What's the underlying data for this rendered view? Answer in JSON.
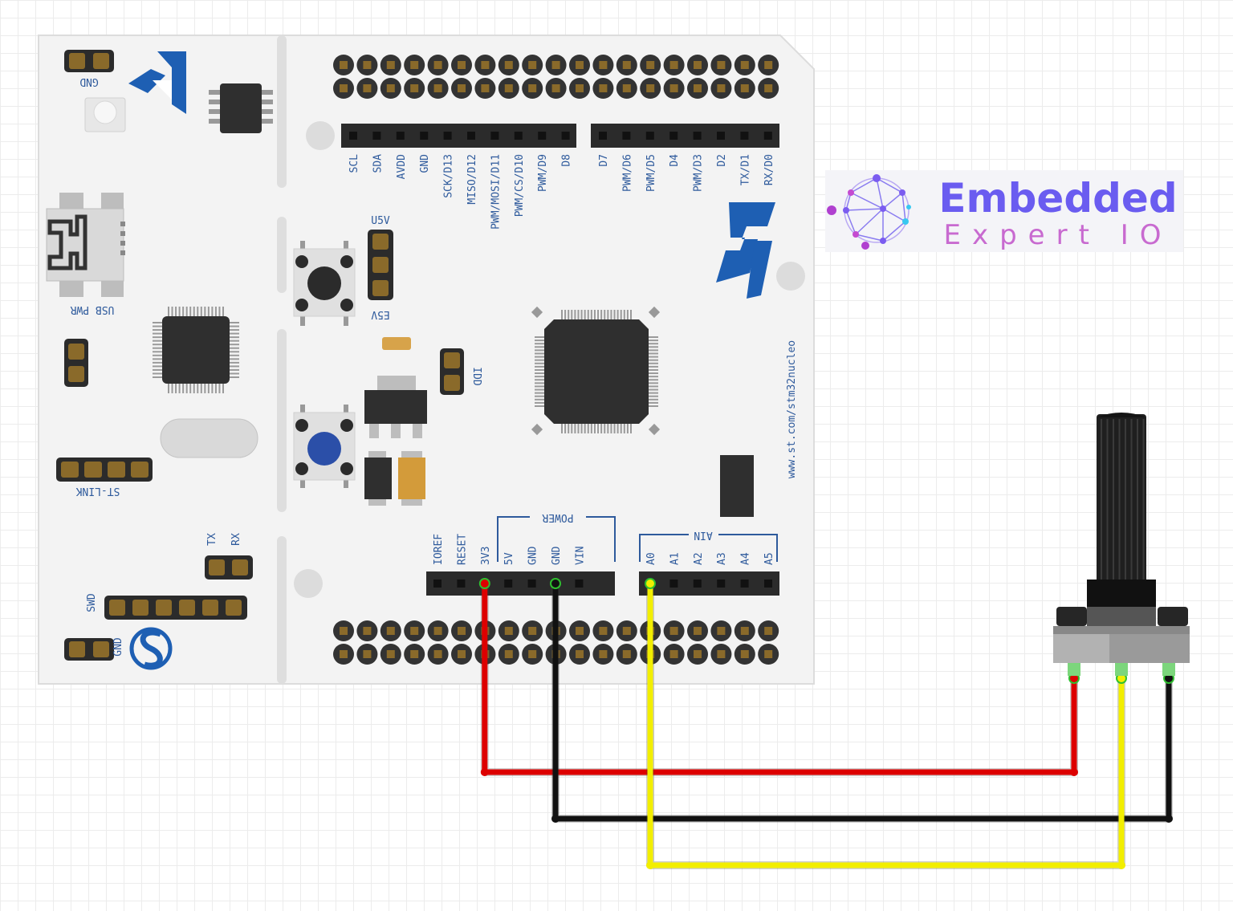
{
  "board": {
    "url": "www.st.com/stm32nucleo",
    "labels": {
      "gnd_top": "GND",
      "usb_pwr": "USB PWR",
      "st_link": "ST-LINK",
      "u5v": "U5V",
      "e5v": "E5V",
      "idd": "IDD",
      "tx": "TX",
      "rx": "RX",
      "swd": "SWD",
      "gnd_bottom": "GND",
      "power": "POWER",
      "ain": "AIN"
    },
    "digital_left": [
      "SCL",
      "SDA",
      "AVDD",
      "GND",
      "SCK/D13",
      "MISO/D12",
      "PWM/MOSI/D11",
      "PWM/CS/D10",
      "PWM/D9",
      "D8"
    ],
    "digital_right": [
      "D7",
      "PWM/D6",
      "PWM/D5",
      "D4",
      "PWM/D3",
      "D2",
      "TX/D1",
      "RX/D0"
    ],
    "power_pins": [
      "IOREF",
      "RESET",
      "3V3",
      "5V",
      "GND",
      "GND",
      "VIN"
    ],
    "analog_pins": [
      "A0",
      "A1",
      "A2",
      "A3",
      "A4",
      "A5"
    ]
  },
  "logo": {
    "title": "Embedded",
    "subtitle": "Expert IO"
  },
  "wires": [
    {
      "from": "3V3",
      "to": "potentiometer-left",
      "color": "#dd0000"
    },
    {
      "from": "GND",
      "to": "potentiometer-right",
      "color": "#111111"
    },
    {
      "from": "A0",
      "to": "potentiometer-wiper",
      "color": "#f2ee00"
    }
  ],
  "colors": {
    "board": "#f3f3f3",
    "silk": "#2e5a9c",
    "chip": "#333333",
    "blue_button": "#2b4fa8",
    "logo_title": "#6a5cf0",
    "logo_sub": "#c86ad0"
  }
}
